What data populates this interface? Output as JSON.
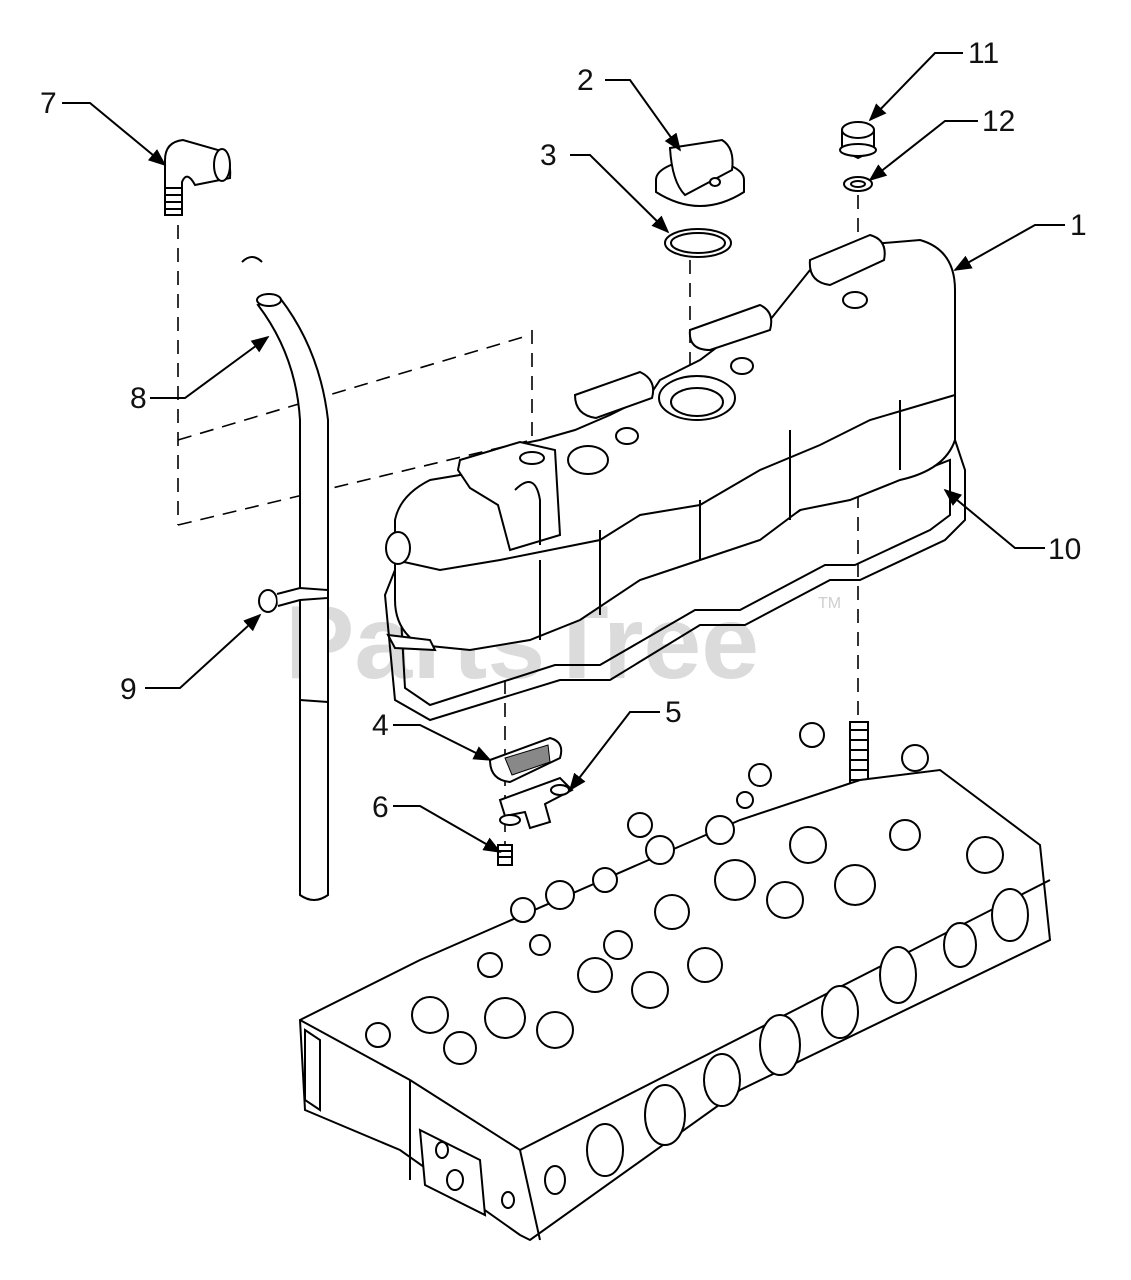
{
  "diagram": {
    "callouts": [
      {
        "id": "1",
        "label": "1"
      },
      {
        "id": "2",
        "label": "2"
      },
      {
        "id": "3",
        "label": "3"
      },
      {
        "id": "4",
        "label": "4"
      },
      {
        "id": "5",
        "label": "5"
      },
      {
        "id": "6",
        "label": "6"
      },
      {
        "id": "7",
        "label": "7"
      },
      {
        "id": "8",
        "label": "8"
      },
      {
        "id": "9",
        "label": "9"
      },
      {
        "id": "10",
        "label": "10"
      },
      {
        "id": "11",
        "label": "11"
      },
      {
        "id": "12",
        "label": "12"
      }
    ],
    "watermark": {
      "text": "PartsTree",
      "tm": "TM"
    }
  }
}
